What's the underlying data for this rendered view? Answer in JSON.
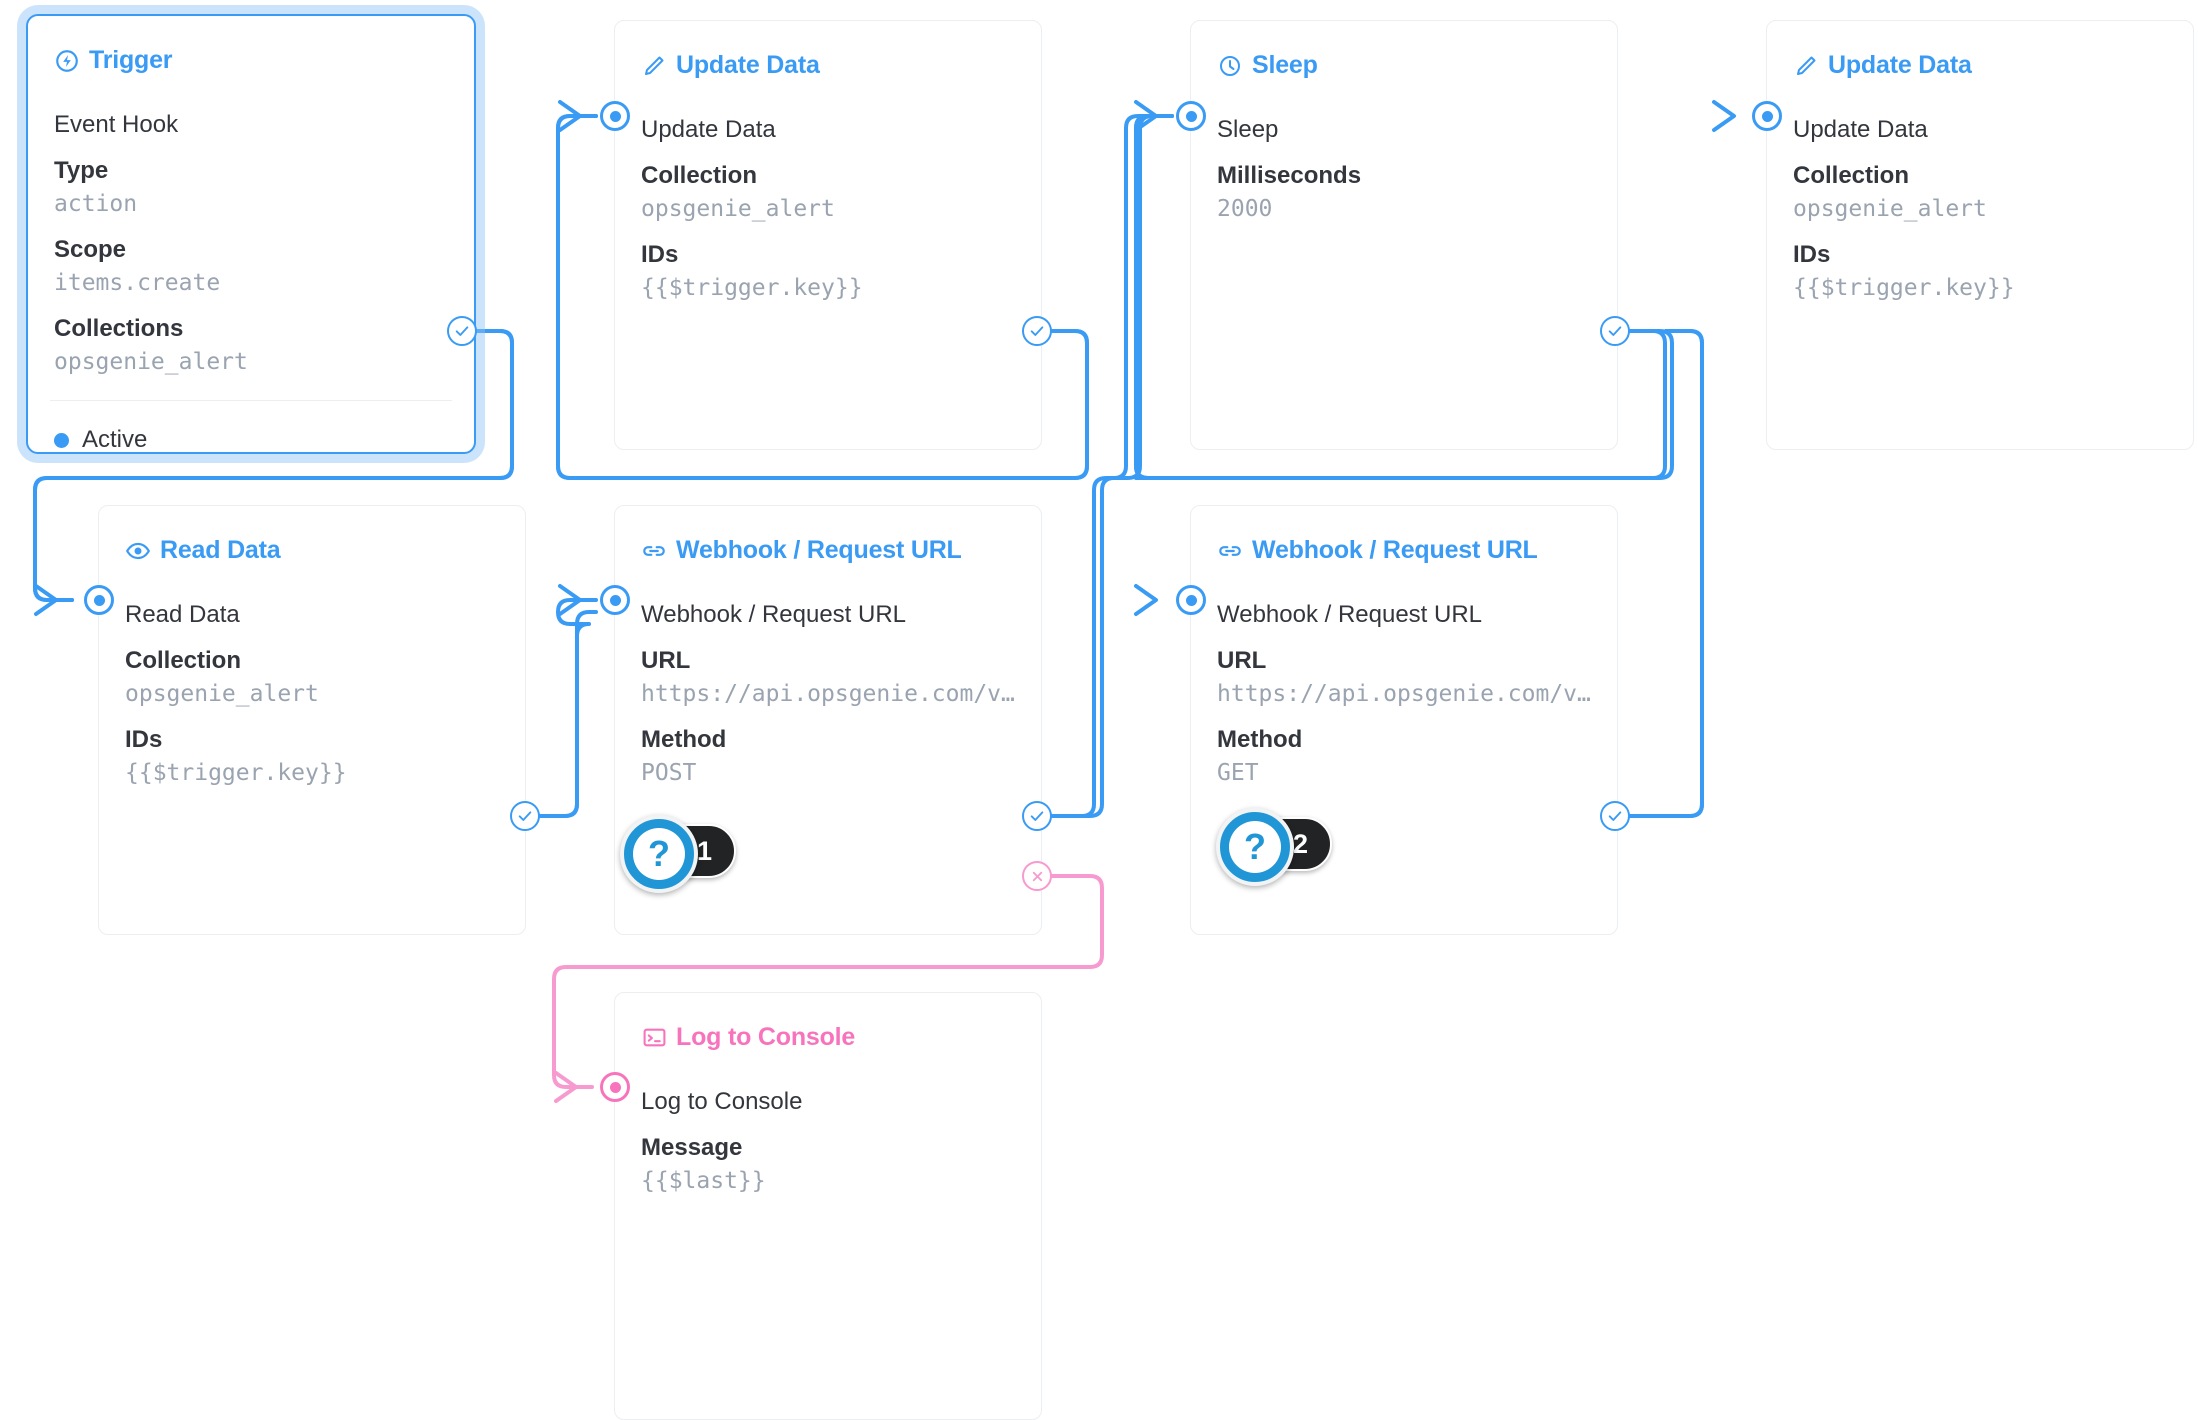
{
  "theme": {
    "accent_blue": "#3a9bf4",
    "accent_pink": "#f774bd",
    "text_dark": "#33363d",
    "text_muted": "#9aa3b0",
    "card_border": "#eceef1",
    "badge_dark": "#222325"
  },
  "nodes": [
    {
      "id": "trigger",
      "header": "Trigger",
      "header_icon": "bolt-circle-icon",
      "title": "Event Hook",
      "fields": [
        {
          "label": "Type",
          "value": "action"
        },
        {
          "label": "Scope",
          "value": "items.create"
        },
        {
          "label": "Collections",
          "value": "opsgenie_alert"
        }
      ],
      "status": "Active",
      "selected": true
    },
    {
      "id": "update-data-1",
      "header": "Update Data",
      "header_icon": "pencil-icon",
      "title": "Update Data",
      "fields": [
        {
          "label": "Collection",
          "value": "opsgenie_alert"
        },
        {
          "label": "IDs",
          "value": "{{$trigger.key}}"
        }
      ]
    },
    {
      "id": "sleep",
      "header": "Sleep",
      "header_icon": "clock-icon",
      "title": "Sleep",
      "fields": [
        {
          "label": "Milliseconds",
          "value": "2000"
        }
      ]
    },
    {
      "id": "update-data-2",
      "header": "Update Data",
      "header_icon": "pencil-icon",
      "title": "Update Data",
      "fields": [
        {
          "label": "Collection",
          "value": "opsgenie_alert"
        },
        {
          "label": "IDs",
          "value": "{{$trigger.key}}"
        }
      ]
    },
    {
      "id": "read-data",
      "header": "Read Data",
      "header_icon": "eye-icon",
      "title": "Read Data",
      "fields": [
        {
          "label": "Collection",
          "value": "opsgenie_alert"
        },
        {
          "label": "IDs",
          "value": "{{$trigger.key}}"
        }
      ]
    },
    {
      "id": "webhook-post",
      "header": "Webhook / Request URL",
      "header_icon": "link-icon",
      "title": "Webhook / Request URL",
      "fields": [
        {
          "label": "URL",
          "value": "https://api.opsgenie.com/v…"
        },
        {
          "label": "Method",
          "value": "POST"
        }
      ]
    },
    {
      "id": "webhook-get",
      "header": "Webhook / Request URL",
      "header_icon": "link-icon",
      "title": "Webhook / Request URL",
      "fields": [
        {
          "label": "URL",
          "value": "https://api.opsgenie.com/v…"
        },
        {
          "label": "Method",
          "value": "GET"
        }
      ]
    },
    {
      "id": "log-to-console",
      "header": "Log to Console",
      "header_icon": "terminal-icon",
      "title": "Log to Console",
      "fields": [
        {
          "label": "Message",
          "value": "{{$last}}"
        }
      ],
      "accent": "pink"
    }
  ],
  "help_badges": [
    {
      "id": "help-1",
      "symbol": "?",
      "count": "1"
    },
    {
      "id": "help-2",
      "symbol": "?",
      "count": "2"
    }
  ],
  "ports": {
    "input_name": "input-port",
    "resolve_name": "resolve-port",
    "reject_name": "reject-port"
  }
}
